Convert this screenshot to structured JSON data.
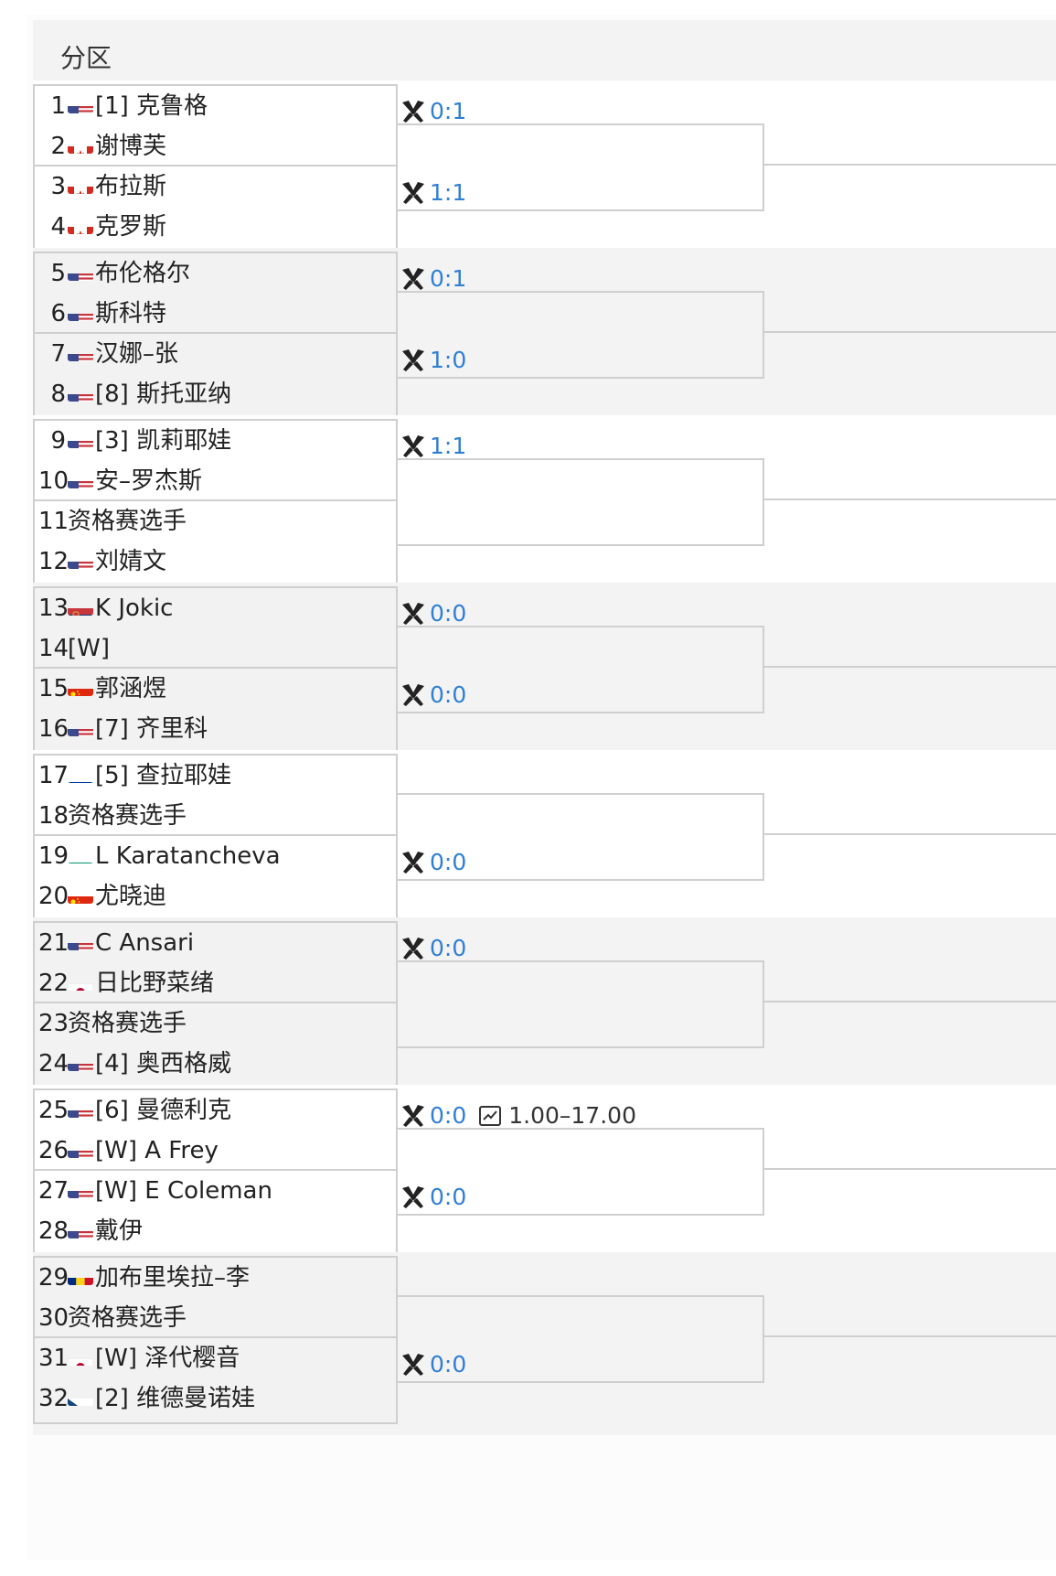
{
  "header": {
    "title": "分区"
  },
  "players": [
    {
      "num": "1",
      "flag": "us",
      "name": "[1] 克鲁格"
    },
    {
      "num": "2",
      "flag": "ca",
      "name": "谢博芙"
    },
    {
      "num": "3",
      "flag": "ca",
      "name": "布拉斯"
    },
    {
      "num": "4",
      "flag": "ca",
      "name": "克罗斯"
    },
    {
      "num": "5",
      "flag": "us",
      "name": "布伦格尔"
    },
    {
      "num": "6",
      "flag": "us",
      "name": "斯科特"
    },
    {
      "num": "7",
      "flag": "us",
      "name": "汉娜–张"
    },
    {
      "num": "8",
      "flag": "us",
      "name": "[8] 斯托亚纳"
    },
    {
      "num": "9",
      "flag": "us",
      "name": "[3] 凯莉耶娃"
    },
    {
      "num": "10",
      "flag": "us",
      "name": "安–罗杰斯"
    },
    {
      "num": "11",
      "flag": "",
      "name": "资格赛选手"
    },
    {
      "num": "12",
      "flag": "us",
      "name": "刘婧文"
    },
    {
      "num": "13",
      "flag": "rs",
      "name": "K Jokic"
    },
    {
      "num": "14",
      "flag": "",
      "name": "[W]"
    },
    {
      "num": "15",
      "flag": "cn",
      "name": "郭涵煜"
    },
    {
      "num": "16",
      "flag": "us",
      "name": "[7] 齐里科"
    },
    {
      "num": "17",
      "flag": "ru",
      "name": "[5] 查拉耶娃"
    },
    {
      "num": "18",
      "flag": "",
      "name": "资格赛选手"
    },
    {
      "num": "19",
      "flag": "bg",
      "name": "L Karatancheva"
    },
    {
      "num": "20",
      "flag": "cn",
      "name": "尤晓迪"
    },
    {
      "num": "21",
      "flag": "us",
      "name": "C Ansari"
    },
    {
      "num": "22",
      "flag": "jp",
      "name": "日比野菜绪"
    },
    {
      "num": "23",
      "flag": "",
      "name": "资格赛选手"
    },
    {
      "num": "24",
      "flag": "us",
      "name": "[4] 奥西格威"
    },
    {
      "num": "25",
      "flag": "us",
      "name": "[6] 曼德利克"
    },
    {
      "num": "26",
      "flag": "us",
      "name": "[W] A Frey"
    },
    {
      "num": "27",
      "flag": "us",
      "name": "[W] E Coleman"
    },
    {
      "num": "28",
      "flag": "us",
      "name": "戴伊"
    },
    {
      "num": "29",
      "flag": "ro",
      "name": "加布里埃拉–李"
    },
    {
      "num": "30",
      "flag": "",
      "name": "资格赛选手"
    },
    {
      "num": "31",
      "flag": "jp",
      "name": "[W] 泽代樱音"
    },
    {
      "num": "32",
      "flag": "cz",
      "name": "[2] 维德曼诺娃"
    }
  ],
  "matches": [
    {
      "score": "0:1",
      "odds": ""
    },
    {
      "score": "1:1",
      "odds": ""
    },
    {
      "score": "0:1",
      "odds": ""
    },
    {
      "score": "1:0",
      "odds": ""
    },
    {
      "score": "1:1",
      "odds": ""
    },
    {
      "score": "",
      "odds": ""
    },
    {
      "score": "0:0",
      "odds": ""
    },
    {
      "score": "0:0",
      "odds": ""
    },
    {
      "score": "",
      "odds": ""
    },
    {
      "score": "0:0",
      "odds": ""
    },
    {
      "score": "0:0",
      "odds": ""
    },
    {
      "score": "",
      "odds": ""
    },
    {
      "score": "0:0",
      "odds": "1.00–17.00"
    },
    {
      "score": "0:0",
      "odds": ""
    },
    {
      "score": "",
      "odds": ""
    },
    {
      "score": "0:0",
      "odds": ""
    }
  ],
  "icons": {
    "match": "crossed-rackets-icon",
    "odds": "chart-icon"
  },
  "colors": {
    "score": "#2f7fd4",
    "band_alt": "#f3f3f3",
    "border": "#cfcfcf"
  }
}
